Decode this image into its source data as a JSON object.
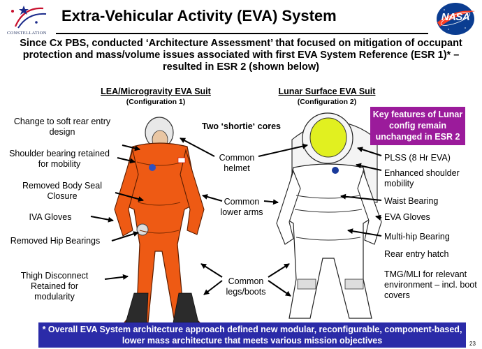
{
  "header": {
    "constellation_logo_text": "CONSTELLATION",
    "nasa_logo_text": "NASA",
    "title": "Extra-Vehicular Activity (EVA) System"
  },
  "intro": "Since Cx PBS, conducted ‘Architecture Assessment’ that focused on mitigation of occupant protection and mass/volume issues associated with first EVA System Reference (ESR 1)* – resulted in ESR 2 (shown below)",
  "left_suit": {
    "heading": "LEA/Microgravity EVA Suit",
    "config": "(Configuration 1)",
    "labels": [
      "Change to soft rear entry design",
      "Shoulder bearing retained for mobility",
      "Removed Body Seal Closure",
      "IVA Gloves",
      "Removed Hip Bearings",
      "Thigh Disconnect Retained for modularity"
    ]
  },
  "right_suit": {
    "heading": "Lunar Surface EVA Suit",
    "config": "(Configuration 2)",
    "labels": [
      "PLSS (8 Hr EVA)",
      "Enhanced shoulder mobility",
      "Waist Bearing",
      "EVA Gloves",
      "Multi-hip Bearing",
      "Rear entry hatch",
      "TMG/MLI for relevant environment – incl. boot covers"
    ]
  },
  "common": {
    "shortie": "Two ‘shortie‘ cores",
    "helmet": "Common helmet",
    "lower_arms": "Common lower arms",
    "legs": "Common legs/boots"
  },
  "keybox": "Key features of Lunar config remain unchanged in ESR 2",
  "footer": "* Overall EVA System architecture approach defined new modular, reconfigurable, component-based, lower mass architecture that meets various mission objectives",
  "page_number": "23",
  "colors": {
    "orange_suit": "#ee5a14",
    "key_box": "#9b1b9b",
    "footer_bar": "#2b2ba8",
    "nasa_blue": "#0b3d91",
    "nasa_red": "#fc3d21"
  }
}
